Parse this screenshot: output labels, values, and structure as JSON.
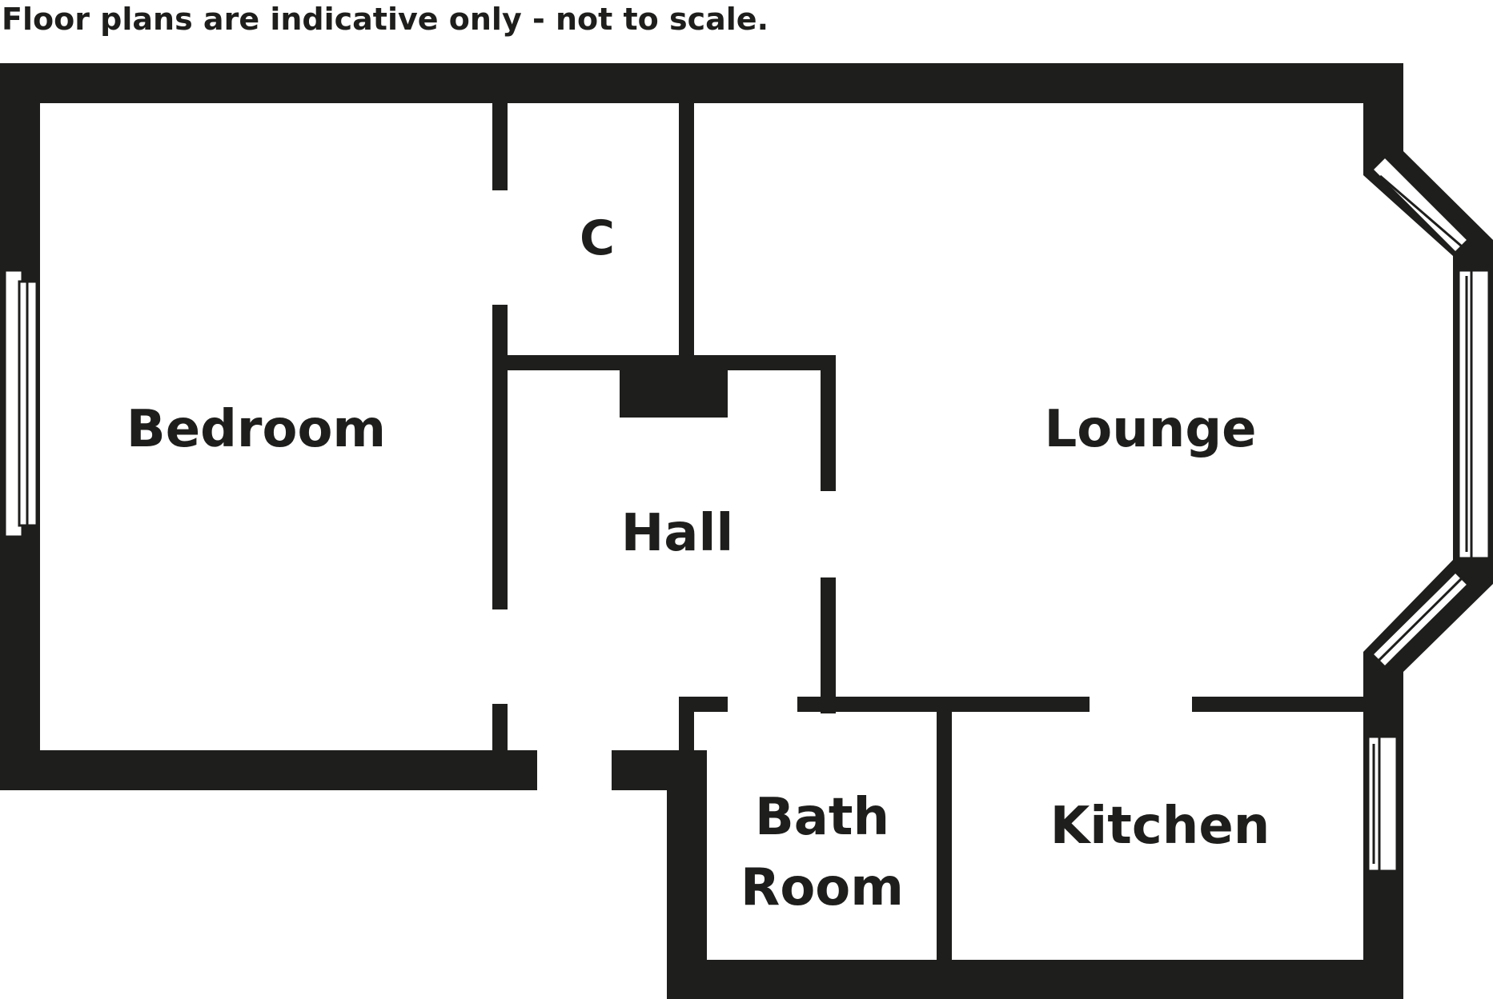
{
  "disclaimer": "Floor plans are indicative only - not to scale.",
  "colors": {
    "wall": "#1e1e1c",
    "background": "#ffffff"
  },
  "rooms": {
    "bedroom": "Bedroom",
    "cupboard": "C",
    "hall": "Hall",
    "lounge": "Lounge",
    "bathroom_line1": "Bath",
    "bathroom_line2": "Room",
    "kitchen": "Kitchen"
  }
}
